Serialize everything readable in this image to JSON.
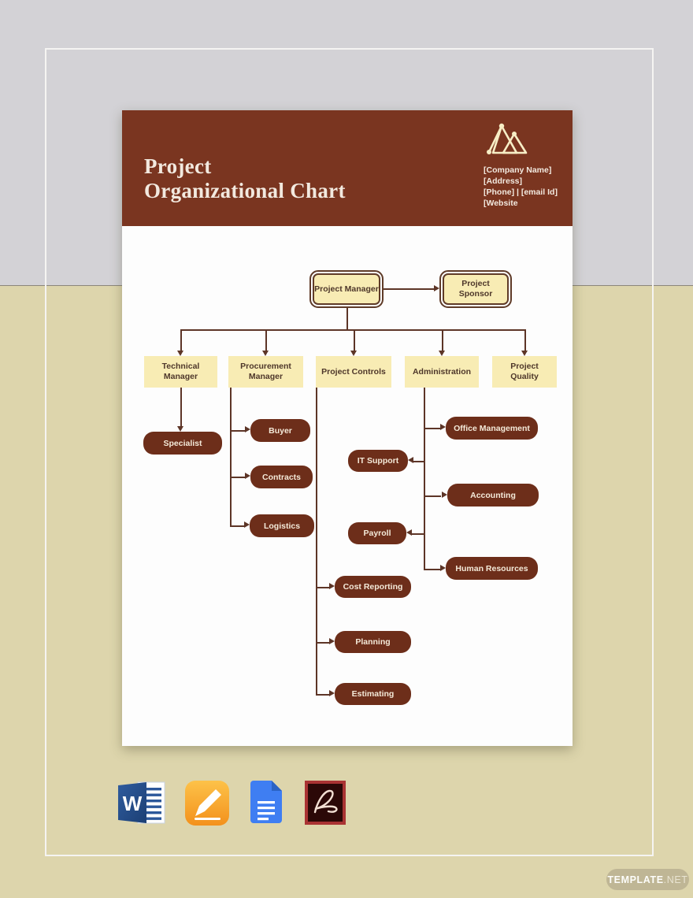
{
  "document": {
    "title_lines": [
      "Project",
      "Organizational Chart"
    ],
    "company_info": [
      "[Company Name]",
      "[Address]",
      "[Phone] | [email Id]",
      "[Website"
    ],
    "logo": "mountain-peaks-logo"
  },
  "org_chart": {
    "top": {
      "manager": "Project Manager",
      "sponsor": "Project Sponsor"
    },
    "departments": [
      {
        "label": "Technical Manager",
        "children": [
          "Specialist"
        ]
      },
      {
        "label": "Procurement Manager",
        "children": [
          "Buyer",
          "Contracts",
          "Logistics"
        ]
      },
      {
        "label": "Project Controls",
        "children": [
          "Cost Reporting",
          "Planning",
          "Estimating"
        ]
      },
      {
        "label": "Administration",
        "children": [
          "Office Management",
          "IT Support",
          "Accounting",
          "Payroll",
          "Human Resources"
        ]
      },
      {
        "label": "Project Quality",
        "children": []
      }
    ]
  },
  "footer": {
    "app_icons": [
      "ms-word",
      "apple-pages",
      "google-docs",
      "adobe-acrobat"
    ],
    "brand_bold": "TEMPLATE",
    "brand_light": ".NET"
  },
  "colors": {
    "header_brown": "#7a3520",
    "node_dark": "#6d2e1a",
    "node_cream": "#f8ecb4",
    "connector": "#5d3527",
    "bg_top": "#d3d2d6",
    "bg_bottom": "#ddd5ac",
    "badge_bg": "#bfb695"
  }
}
